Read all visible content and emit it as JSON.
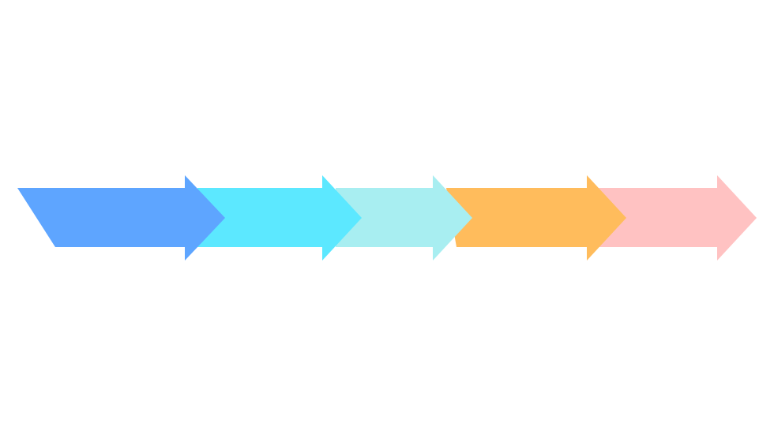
{
  "diagram": {
    "type": "process-arrows",
    "direction": "left-to-right",
    "background": "#ffffff",
    "arrows": [
      {
        "id": "step-1",
        "color": "#5ea5ff"
      },
      {
        "id": "step-2",
        "color": "#5ce8ff"
      },
      {
        "id": "step-3",
        "color": "#a8eef1"
      },
      {
        "id": "step-4",
        "color": "#ffbc5c"
      },
      {
        "id": "step-5",
        "color": "#ffc2c2"
      }
    ]
  }
}
